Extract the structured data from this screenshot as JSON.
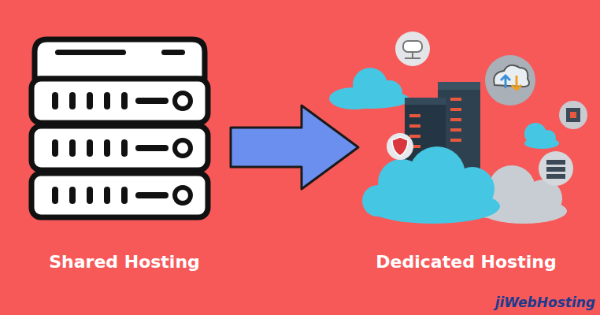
{
  "diagram": {
    "nodes": [
      {
        "text": [
          "Shared Hosting"
        ]
      },
      {
        "text": [
          "Dedicated Hosting"
        ]
      }
    ],
    "edges": [
      {
        "from": 0,
        "to": 1,
        "arrow": "to"
      }
    ],
    "labels": [
      "jiWebHosting"
    ]
  }
}
